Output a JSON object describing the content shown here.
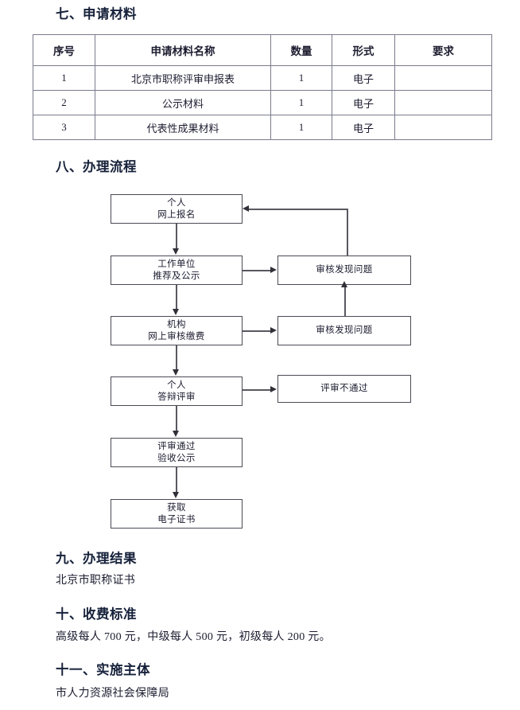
{
  "sections": {
    "materials": {
      "heading": "七、申请材料",
      "table": {
        "columns": [
          "序号",
          "申请材料名称",
          "数量",
          "形式",
          "要求"
        ],
        "rows": [
          {
            "no": "1",
            "name": "北京市职称评审申报表",
            "qty": "1",
            "form": "电子",
            "req": ""
          },
          {
            "no": "2",
            "name": "公示材料",
            "qty": "1",
            "form": "电子",
            "req": ""
          },
          {
            "no": "3",
            "name": "代表性成果材料",
            "qty": "1",
            "form": "电子",
            "req": ""
          }
        ]
      }
    },
    "process": {
      "heading": "八、办理流程",
      "nodes": {
        "n1": {
          "line1": "个人",
          "line2": "网上报名"
        },
        "n2": {
          "line1": "工作单位",
          "line2": "推荐及公示"
        },
        "n3": {
          "line1": "机构",
          "line2": "网上审核缴费"
        },
        "n4": {
          "line1": "个人",
          "line2": "答辩评审"
        },
        "n5": {
          "line1": "评审通过",
          "line2": "验收公示"
        },
        "n6": {
          "line1": "获取",
          "line2": "电子证书"
        },
        "r1": {
          "line1": "审核发现问题"
        },
        "r2": {
          "line1": "审核发现问题"
        },
        "r3": {
          "line1": "评审不通过"
        }
      }
    },
    "result": {
      "heading": "九、办理结果",
      "text": "北京市职称证书"
    },
    "fee": {
      "heading": "十、收费标准",
      "text": "高级每人 700 元，中级每人 500 元，初级每人 200 元。"
    },
    "authority": {
      "heading": "十一、实施主体",
      "text": "市人力资源社会保障局"
    }
  },
  "colors": {
    "text": "#1c1c30",
    "heading": "#16213a",
    "table_border": "#7b7b8c",
    "box_border": "#4a4a55",
    "connector": "#585860",
    "arrowhead": "#303038",
    "page_background": "#ffffff"
  }
}
